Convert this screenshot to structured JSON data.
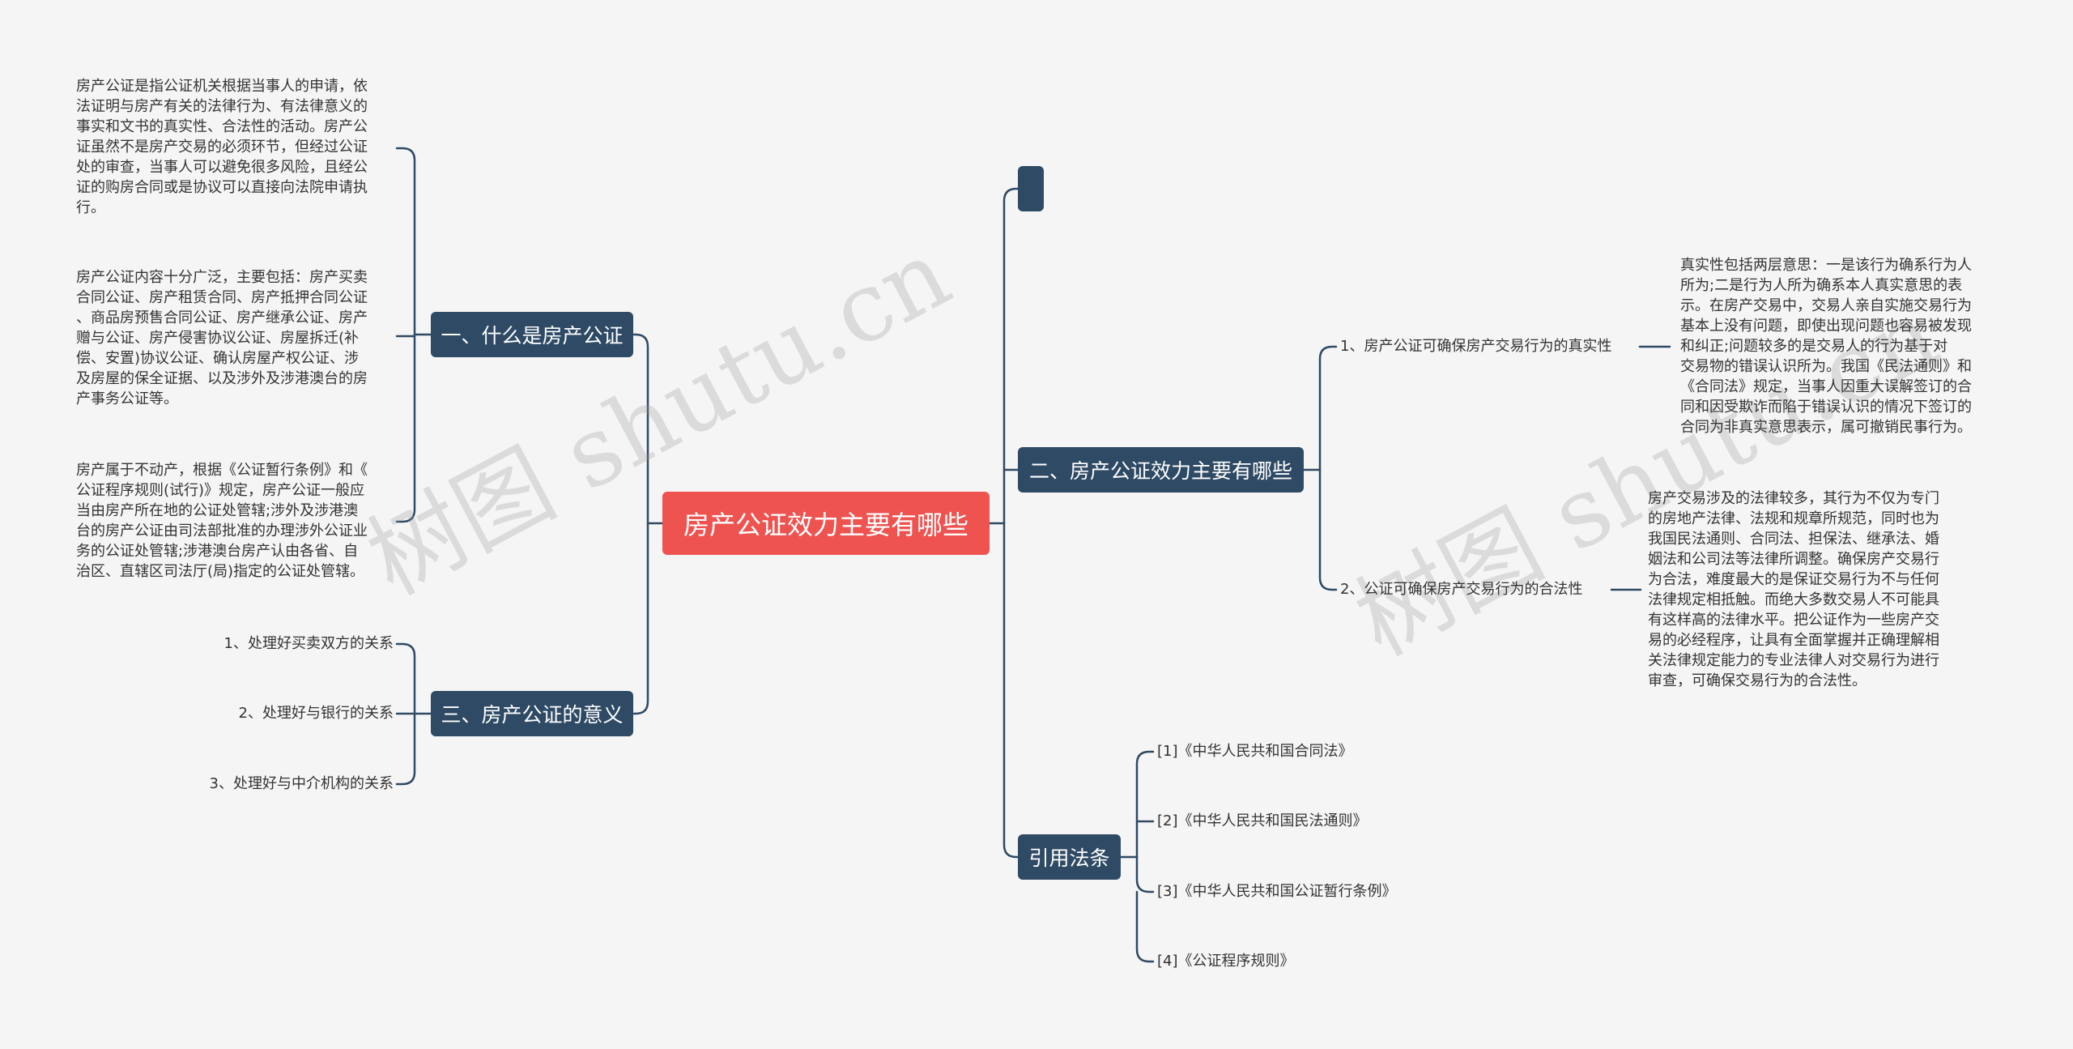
{
  "root": {
    "label": "房产公证效力主要有哪些"
  },
  "branches": {
    "b1": {
      "label": "一、什么是房产公证"
    },
    "b3": {
      "label": "三、房产公证的意义"
    },
    "b2": {
      "label": "二、房产公证效力主要有哪些"
    },
    "b4": {
      "label": "引用法条"
    }
  },
  "b1_paragraphs": [
    "房产公证是指公证机关根据当事人的申请，依\n法证明与房产有关的法律行为、有法律意义的\n事实和文书的真实性、合法性的活动。房产公\n证虽然不是房产交易的必须环节，但经过公证\n处的审查，当事人可以避免很多风险，且经公\n证的购房合同或是协议可以直接向法院申请执\n行。",
    "房产公证内容十分广泛，主要包括：房产买卖\n合同公证、房产租赁合同、房产抵押合同公证\n、商品房预售合同公证、房产继承公证、房产\n赠与公证、房产侵害协议公证、房屋拆迁(补\n偿、安置)协议公证、确认房屋产权公证、涉\n及房屋的保全证据、以及涉外及涉港澳台的房\n产事务公证等。",
    "房产属于不动产，根据《公证暂行条例》和《\n公证程序规则(试行)》规定，房产公证一般应\n当由房产所在地的公证处管辖;涉外及涉港澳\n台的房产公证由司法部批准的办理涉外公证业\n务的公证处管辖;涉港澳台房产认由各省、自\n治区、直辖区司法厅(局)指定的公证处管辖。"
  ],
  "b3_items": [
    "1、处理好买卖双方的关系",
    "2、处理好与银行的关系",
    "3、处理好与中介机构的关系"
  ],
  "b2_items": [
    {
      "label": "1、房产公证可确保房产交易行为的真实性",
      "detail": "真实性包括两层意思：一是该行为确系行为人\n所为;二是行为人所为确系本人真实意思的表\n示。在房产交易中，交易人亲自实施交易行为\n基本上没有问题，即使出现问题也容易被发现\n和纠正;问题较多的是交易人的行为基于对\n交易物的错误认识所为。我国《民法通则》和\n《合同法》规定，当事人因重大误解签订的合\n同和因受欺诈而陷于错误认识的情况下签订的\n合同为非真实意思表示，属可撤销民事行为。"
    },
    {
      "label": "2、公证可确保房产交易行为的合法性",
      "detail": "房产交易涉及的法律较多，其行为不仅为专门\n的房地产法律、法规和规章所规范，同时也为\n我国民法通则、合同法、担保法、继承法、婚\n姻法和公司法等法律所调整。确保房产交易行\n为合法，难度最大的是保证交易行为不与任何\n法律规定相抵触。而绝大多数交易人不可能具\n有这样高的法律水平。把公证作为一些房产交\n易的必经程序，让具有全面掌握并正确理解相\n关法律规定能力的专业法律人对交易行为进行\n审查，可确保交易行为的合法性。"
    }
  ],
  "b4_items": [
    "[1]《中华人民共和国合同法》",
    "[2]《中华人民共和国民法通则》",
    "[3]《中华人民共和国公证暂行条例》",
    "[4]《公证程序规则》"
  ],
  "watermarks": [
    "树图 shutu.cn",
    "树图 shutu.cn"
  ],
  "colors": {
    "root": "#ee5350",
    "branch": "#2e4a64",
    "line": "#2e4a64",
    "background": "#f5f5f5"
  }
}
